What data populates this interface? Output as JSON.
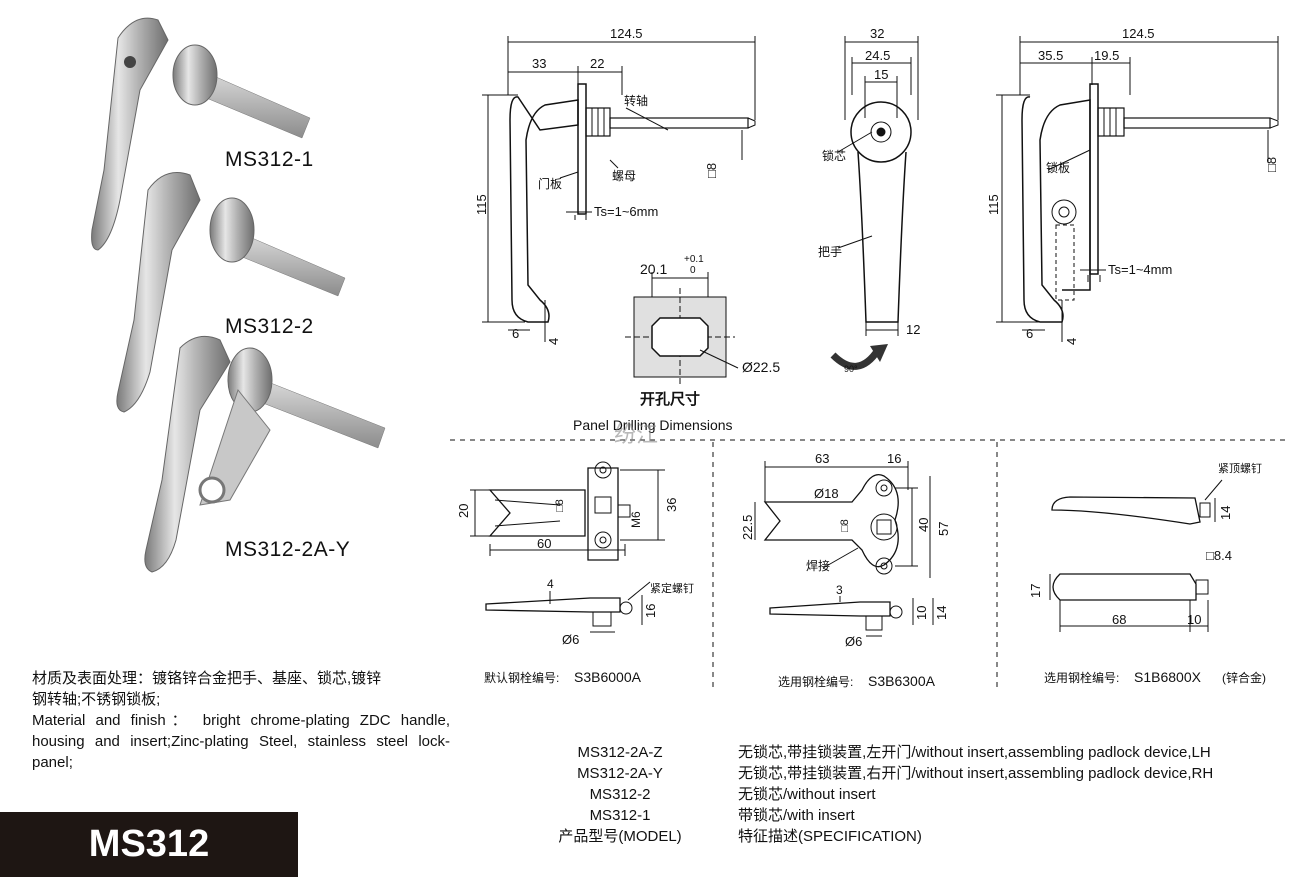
{
  "variants": [
    {
      "name": "MS312-1"
    },
    {
      "name": "MS312-2"
    },
    {
      "name": "MS312-2A-Y"
    }
  ],
  "side_view": {
    "dim_total": "124.5",
    "dim_a": "33",
    "dim_b": "22",
    "dim_height": "115",
    "dim_6": "6",
    "dim_4": "4",
    "dim_sq8": "□8",
    "label_shaft": "转轴",
    "label_nut": "螺母",
    "label_panel": "门板",
    "ts": "Ts=1~6mm"
  },
  "front_view": {
    "dim_32": "32",
    "dim_245": "24.5",
    "dim_15": "15",
    "dim_12": "12",
    "label_core": "锁芯",
    "label_handle": "把手",
    "rot": "90°"
  },
  "lock_view": {
    "dim_total": "124.5",
    "dim_355": "35.5",
    "dim_195": "19.5",
    "dim_height": "115",
    "dim_6": "6",
    "dim_4": "4",
    "dim_sq8": "□8",
    "label_lockplate": "锁板",
    "ts": "Ts=1~4mm"
  },
  "panel_cutout": {
    "dim_w": "20.1",
    "tol_up": "+0.1",
    "tol_low": "0",
    "dia": "Ø22.5",
    "title_cn": "开孔尺寸",
    "title_en": "Panel Drilling Dimensions",
    "watermark": "纷江"
  },
  "latch_1": {
    "d20": "20",
    "d8": "□8",
    "dm6": "M6",
    "d36": "36",
    "d60": "60",
    "d4": "4",
    "label_screw": "紧定螺钉",
    "d16": "16",
    "d6": "Ø6",
    "caption_prefix": "默认钢栓编号:",
    "caption_code": "S3B6000A"
  },
  "latch_2": {
    "d63": "63",
    "d16": "16",
    "d18": "Ø18",
    "d225": "22.5",
    "d8": "□8",
    "d40": "40",
    "d57": "57",
    "label_weld": "焊接",
    "d3": "3",
    "d10": "10",
    "d14": "14",
    "d6": "Ø6",
    "caption_prefix": "选用钢栓编号:",
    "caption_code": "S3B6300A"
  },
  "latch_3": {
    "label_screw": "紧顶螺钉",
    "d14": "14",
    "d84": "□8.4",
    "d17": "17",
    "d68": "68",
    "d10": "10",
    "caption_prefix": "选用钢栓编号:",
    "caption_code": "S1B6800X",
    "caption_suffix": "(锌合金)"
  },
  "material": {
    "cn_line1": "材质及表面处理：镀铬锌合金把手、基座、锁芯,镀锌",
    "cn_line2": "钢转轴;不锈钢锁板;",
    "en": "Material and finish： bright chrome-plating ZDC handle, housing and insert;Zinc-plating Steel, stainless steel lock-panel;"
  },
  "badge": "MS312",
  "model_table": [
    {
      "model": "MS312-2A-Z",
      "spec": "无锁芯,带挂锁装置,左开门/without insert,assembling padlock device,LH"
    },
    {
      "model": "MS312-2A-Y",
      "spec": "无锁芯,带挂锁装置,右开门/without insert,assembling padlock device,RH"
    },
    {
      "model": "MS312-2",
      "spec": "无锁芯/without insert"
    },
    {
      "model": "MS312-1",
      "spec": "带锁芯/with insert"
    },
    {
      "model": "产品型号(MODEL)",
      "spec": "特征描述(SPECIFICATION)"
    }
  ]
}
